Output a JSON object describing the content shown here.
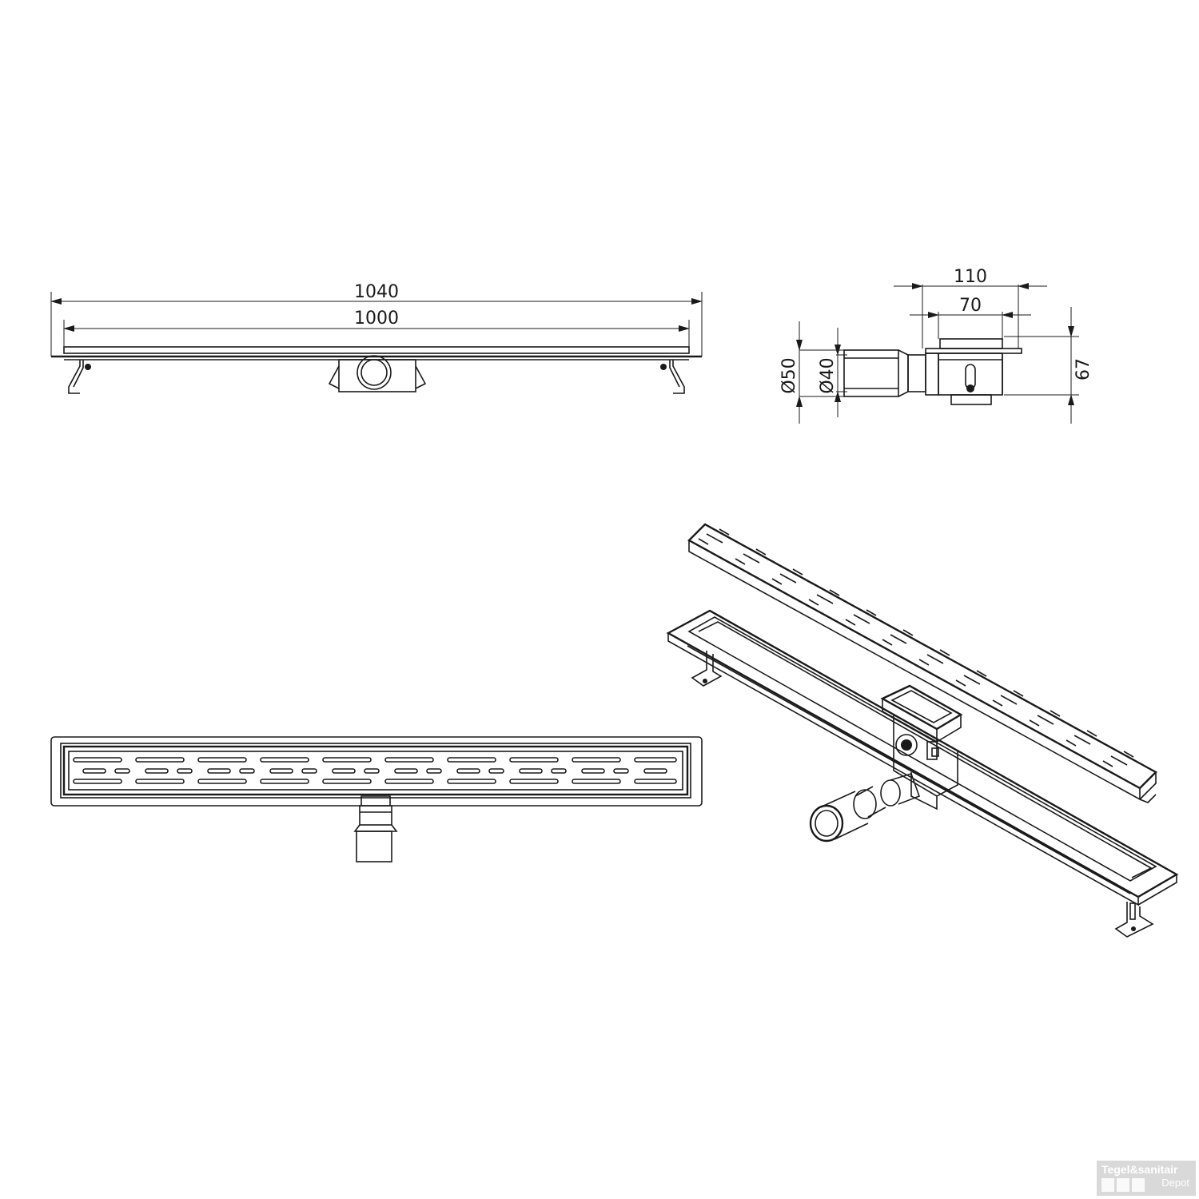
{
  "dimensions": {
    "overall_length": "1040",
    "grate_length": "1000",
    "body_width": "110",
    "grate_width": "70",
    "height": "67",
    "outlet_outer_diameter": "Ø50",
    "outlet_inner_diameter": "Ø40"
  },
  "watermark": {
    "brand": "Tegel&sanitair",
    "sub": "Depot"
  }
}
